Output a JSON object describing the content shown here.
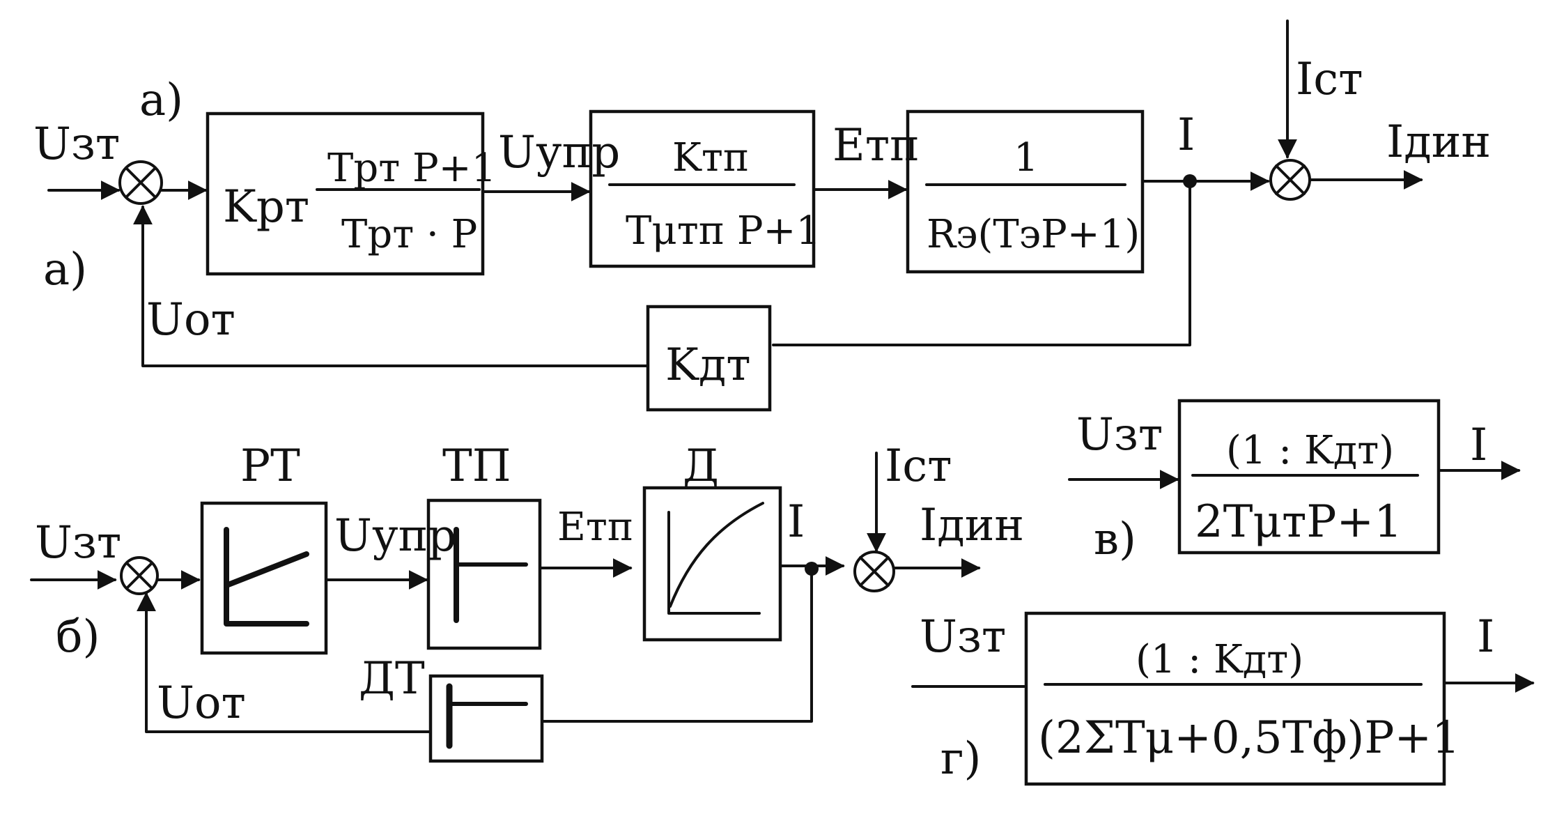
{
  "diagram_a": {
    "label_top": "а)",
    "label_side": "а)",
    "input": "Uзт",
    "feedback_signal": "Uот",
    "block_rt": {
      "gain": "Kрт",
      "numerator": "Tрт P+1",
      "denominator": "Tрт · P"
    },
    "signal_control": "Uупр",
    "block_tp": {
      "numerator": "Kтп",
      "denominator": "Tμтп P+1"
    },
    "signal_emf": "Eтп",
    "block_motor": {
      "numerator": "1",
      "denominator": "Rэ(TэP+1)"
    },
    "output": "I",
    "disturbance": "Iст",
    "dynamic_output": "Iдин",
    "feedback_block": "Kдт"
  },
  "diagram_b": {
    "label": "б)",
    "input": "Uзт",
    "feedback_signal": "Uот",
    "block_rt": "РТ",
    "signal_control": "Uупр",
    "block_tp": "ТП",
    "signal_emf": "Eтп",
    "block_motor": "Д",
    "output": "I",
    "disturbance": "Iст",
    "dynamic_output": "Iдин",
    "feedback_block": "ДТ"
  },
  "diagram_v": {
    "label": "в)",
    "input": "Uзт",
    "numerator": "(1 : Kдт)",
    "denominator": "2TμтP+1",
    "output": "I"
  },
  "diagram_g": {
    "label": "г)",
    "input": "Uзт",
    "numerator": "(1 : Kдт)",
    "denominator": "(2ΣTμ+0,5Tф)P+1",
    "output": "I"
  }
}
